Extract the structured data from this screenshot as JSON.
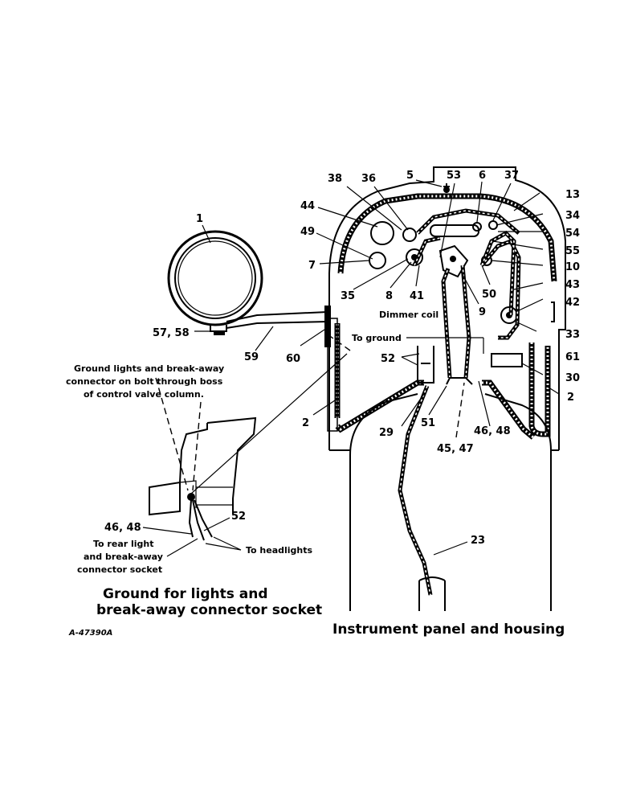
{
  "callouts": [
    {
      "id": "c1",
      "text": "1"
    },
    {
      "id": "c57",
      "text": "57, 58"
    },
    {
      "id": "c59",
      "text": "59"
    },
    {
      "id": "c60",
      "text": "60"
    },
    {
      "id": "c38",
      "text": "38"
    },
    {
      "id": "c36",
      "text": "36"
    },
    {
      "id": "c5",
      "text": "5"
    },
    {
      "id": "c53t",
      "text": "53"
    },
    {
      "id": "c6",
      "text": "6"
    },
    {
      "id": "c37",
      "text": "37"
    },
    {
      "id": "c13",
      "text": "13"
    },
    {
      "id": "c44",
      "text": "44"
    },
    {
      "id": "c34",
      "text": "34"
    },
    {
      "id": "c49",
      "text": "49"
    },
    {
      "id": "c54",
      "text": "54"
    },
    {
      "id": "c55",
      "text": "55"
    },
    {
      "id": "c7",
      "text": "7"
    },
    {
      "id": "c10",
      "text": "10"
    },
    {
      "id": "c35",
      "text": "35"
    },
    {
      "id": "c8",
      "text": "8"
    },
    {
      "id": "c41",
      "text": "41"
    },
    {
      "id": "c50",
      "text": "50"
    },
    {
      "id": "c43",
      "text": "43"
    },
    {
      "id": "c42",
      "text": "42"
    },
    {
      "id": "c9",
      "text": "9"
    },
    {
      "id": "c33",
      "text": "33"
    },
    {
      "id": "c61",
      "text": "61"
    },
    {
      "id": "c52a",
      "text": "52"
    },
    {
      "id": "c30",
      "text": "30"
    },
    {
      "id": "c2r",
      "text": "2"
    },
    {
      "id": "c2l",
      "text": "2"
    },
    {
      "id": "c29",
      "text": "29"
    },
    {
      "id": "c51",
      "text": "51"
    },
    {
      "id": "c4548",
      "text": "46, 48"
    },
    {
      "id": "c4547",
      "text": "45, 47"
    },
    {
      "id": "c23",
      "text": "23"
    },
    {
      "id": "c52b",
      "text": "52"
    },
    {
      "id": "c4648b",
      "text": "46, 48"
    }
  ],
  "labels": {
    "dimmer_coil": "Dimmer coil",
    "to_ground": "To ground",
    "ground_note_1": "Ground lights and break-away",
    "ground_note_2": "connector on bolt through boss",
    "ground_note_3": "of control valve column.",
    "rear_light_1": "To rear light",
    "rear_light_2": "and break-away",
    "rear_light_3": "connector socket",
    "to_headlights": "To headlights"
  },
  "captions": {
    "left_1": "Ground for lights and",
    "left_2": "break-away connector socket",
    "right": "Instrument panel and housing",
    "code": "A-47390A"
  }
}
